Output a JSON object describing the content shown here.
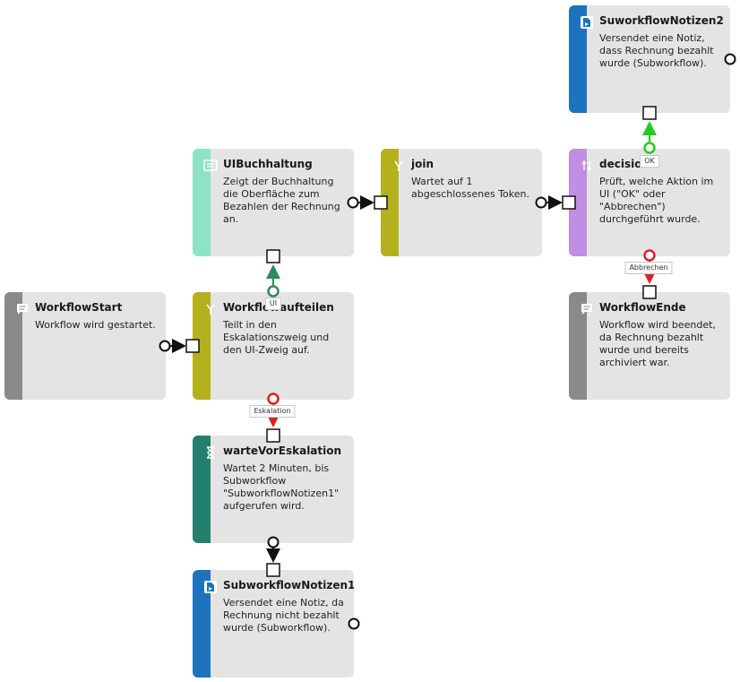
{
  "nodes": {
    "suworkflow_notizen2": {
      "title": "SuworkflowNotizen2",
      "desc": "Versendet eine Notiz, dass Rechnung bezahlt wurde (Subworkflow).",
      "color": "#1e73be",
      "icon": "subworkflow-icon"
    },
    "ui_buchhaltung": {
      "title": "UIBuchhaltung",
      "desc": "Zeigt der Buchhaltung die Oberfläche zum Bezahlen der Rechnung an.",
      "color": "#8ee3c4",
      "icon": "ui-screen-icon"
    },
    "join": {
      "title": "join",
      "desc": "Wartet auf 1 abgeschlossenes Token.",
      "color": "#b5b11c",
      "icon": "join-icon"
    },
    "decision": {
      "title": "decision",
      "desc": "Prüft, welche Aktion im UI (\"OK\" oder \"Abbrechen\") durchgeführt wurde.",
      "color": "#c08ee2",
      "icon": "decision-icon"
    },
    "workflow_start": {
      "title": "WorkflowStart",
      "desc": "Workflow wird gestartet.",
      "color": "#8a8a8a",
      "icon": "message-icon"
    },
    "workflow_aufteilen": {
      "title": "Workflowaufteilen",
      "desc": "Teilt in den Eskalationszweig und den UI-Zweig auf.",
      "color": "#b5b11c",
      "icon": "split-icon"
    },
    "workflow_ende": {
      "title": "WorkflowEnde",
      "desc": "Workflow wird beendet, da Rechnung bezahlt wurde und bereits archiviert war.",
      "color": "#8a8a8a",
      "icon": "message-icon"
    },
    "warte_vor_eskalation": {
      "title": "warteVorEskalation",
      "desc": "Wartet 2 Minuten, bis Subworkflow \"SubworkflowNotizen1\" aufgerufen wird.",
      "color": "#237f6e",
      "icon": "hourglass-icon"
    },
    "subworkflow_notizen1": {
      "title": "SubworkflowNotizen1",
      "desc": "Versendet eine Notiz, da Rechnung nicht bezahlt wurde (Subworkflow).",
      "color": "#1e73be",
      "icon": "subworkflow-icon"
    }
  },
  "edge_labels": {
    "ok": "OK",
    "ui": "UI",
    "abbrechen": "Abbrechen",
    "eskalation": "Eskalation"
  },
  "edge_colors": {
    "ok": "#22cc22",
    "ui": "#2e8b57",
    "abbrechen": "#e02020",
    "eskalation": "#e02020",
    "default": "#111111"
  }
}
